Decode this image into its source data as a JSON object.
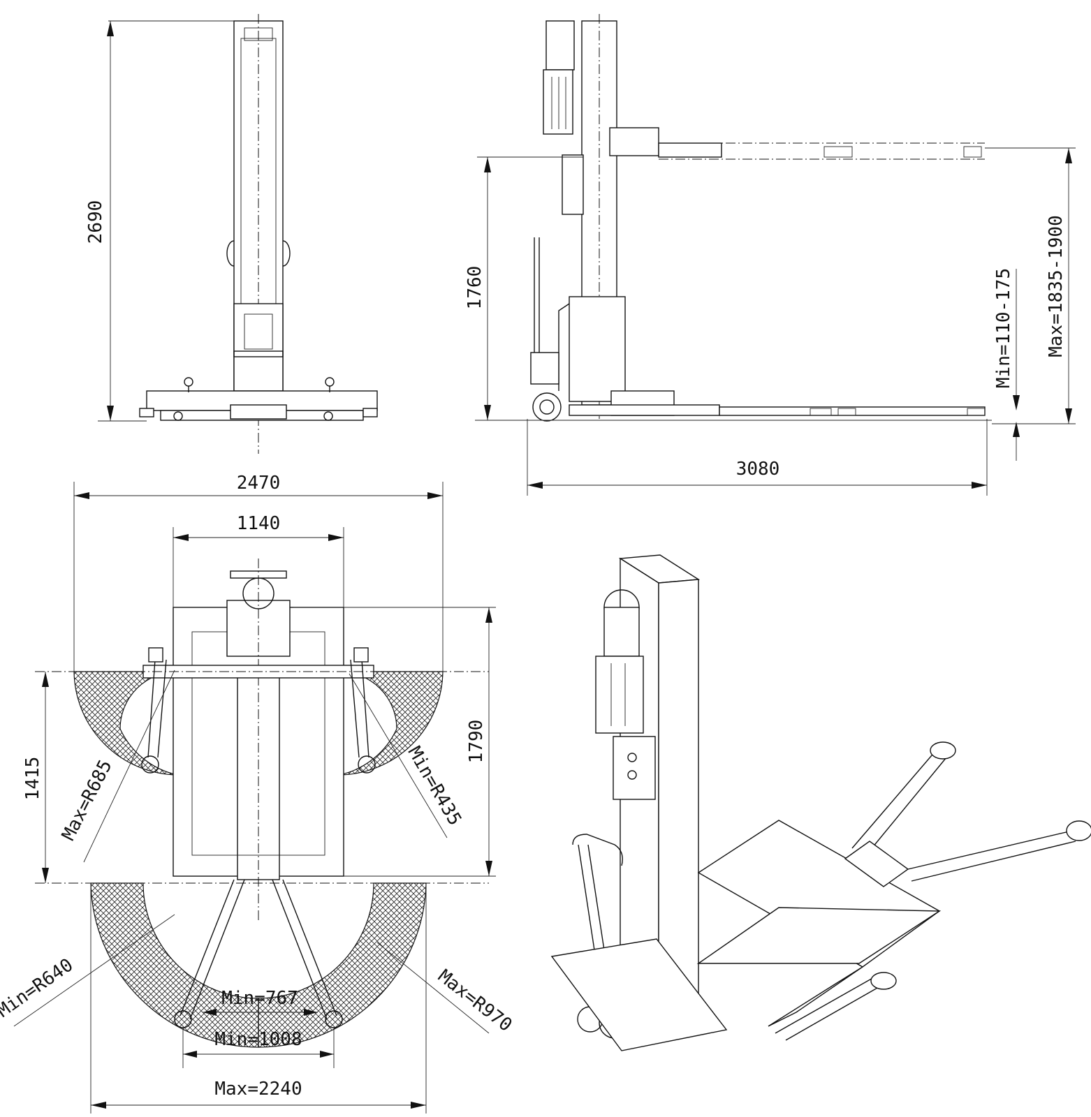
{
  "views": {
    "front": {
      "dim_height": "2690"
    },
    "side": {
      "dim_height": "1760",
      "dim_length": "3080",
      "dim_min": "Min=110-175",
      "dim_max": "Max=1835-1900"
    },
    "top": {
      "dim_overall_width": "2470",
      "dim_inner_width": "1140",
      "dim_left_depth": "1415",
      "dim_right_depth": "1790",
      "radius_max_front": "Max=R685",
      "radius_min_front": "Min=R435",
      "radius_min_rear": "Min=R640",
      "radius_max_rear": "Max=R970",
      "min_767": "Min=767",
      "min_1008": "Min=1008",
      "max_2240": "Max=2240"
    }
  },
  "colors": {
    "line": "#111111",
    "background": "#ffffff"
  }
}
